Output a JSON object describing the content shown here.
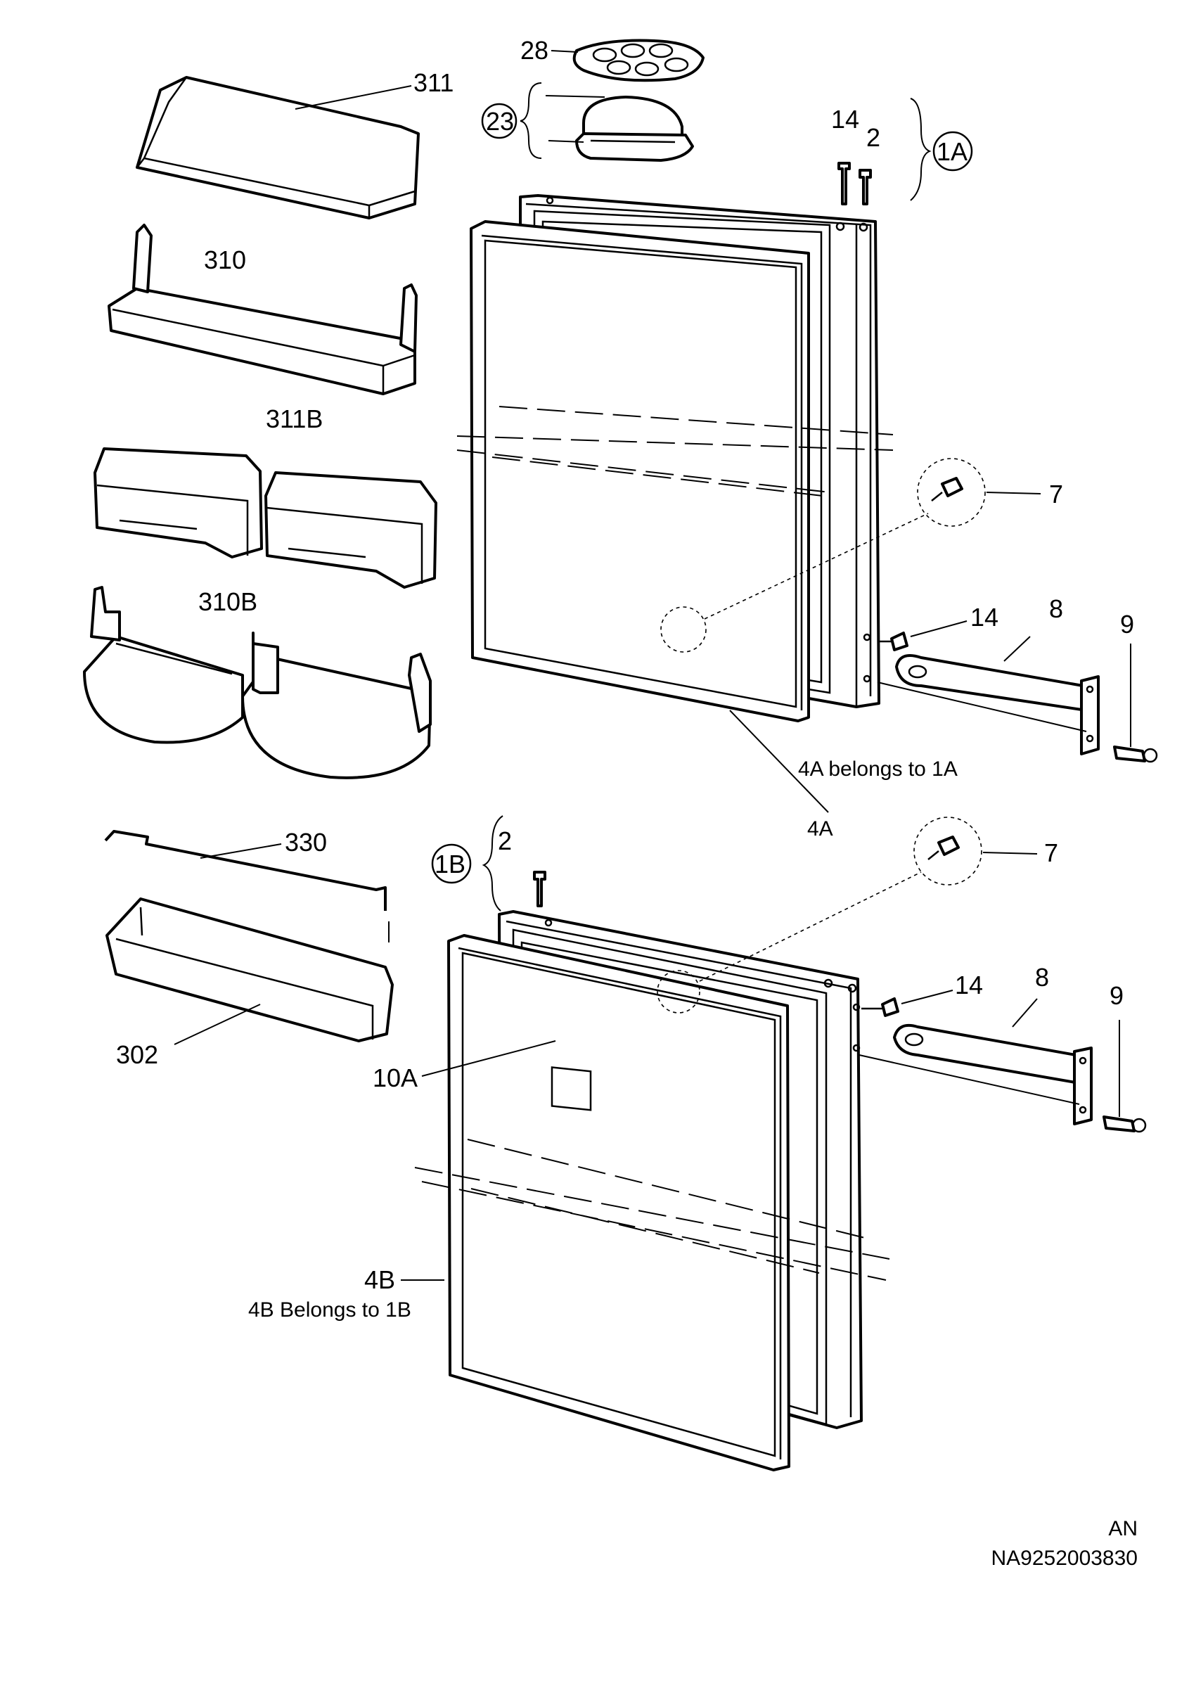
{
  "labels": {
    "p28": "28",
    "p311": "311",
    "p23": "23",
    "p14_top": "14",
    "p2_top": "2",
    "p1A": "1A",
    "p310": "310",
    "p311B": "311B",
    "p7_top": "7",
    "p310B": "310B",
    "p14_mid": "14",
    "p8_mid": "8",
    "p9_mid": "9",
    "note_4A": "4A belongs to 1A",
    "p4A": "4A",
    "p330": "330",
    "p2_bot": "2",
    "p1B": "1B",
    "p7_bot": "7",
    "p14_bot": "14",
    "p8_bot": "8",
    "p9_bot": "9",
    "p302": "302",
    "p10A": "10A",
    "p4B": "4B",
    "note_4B": "4B  Belongs to 1B"
  },
  "footer": {
    "code1": "AN",
    "code2": "NA9252003830"
  }
}
